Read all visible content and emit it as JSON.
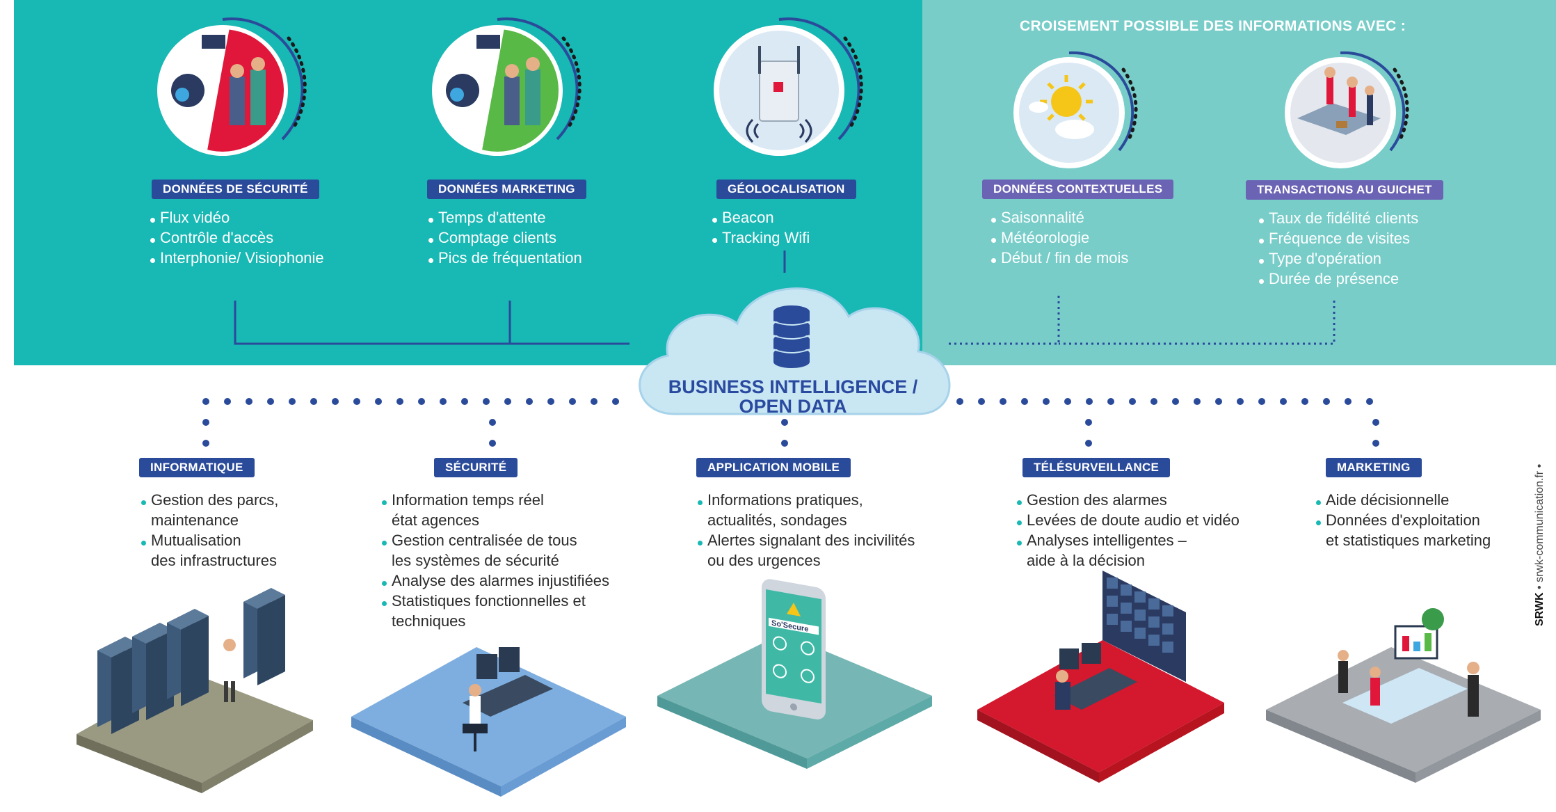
{
  "header": {
    "croisement_title": "CROISEMENT POSSIBLE DES INFORMATIONS AVEC :"
  },
  "sources": [
    {
      "label": "DONNÉES DE SÉCURITÉ",
      "items": [
        "Flux vidéo",
        "Contrôle d'accès",
        "Interphonie/ Visiophonie"
      ]
    },
    {
      "label": "DONNÉES MARKETING",
      "items": [
        "Temps d'attente",
        "Comptage clients",
        "Pics de fréquentation"
      ]
    },
    {
      "label": "GÉOLOCALISATION",
      "items": [
        "Beacon",
        "Tracking Wifi"
      ]
    },
    {
      "label": "DONNÉES CONTEXTUELLES",
      "items": [
        "Saisonnalité",
        "Météorologie",
        "Début / fin de mois"
      ]
    },
    {
      "label": "TRANSACTIONS AU GUICHET",
      "items": [
        "Taux de fidélité clients",
        "Fréquence de visites",
        "Type d'opération",
        "Durée de présence"
      ]
    }
  ],
  "hub": {
    "title_line1": "BUSINESS INTELLIGENCE /",
    "title_line2": "OPEN DATA"
  },
  "outputs": [
    {
      "label": "INFORMATIQUE",
      "items": [
        [
          "Gestion des parcs,",
          "maintenance"
        ],
        [
          "Mutualisation",
          "des infrastructures"
        ]
      ]
    },
    {
      "label": "SÉCURITÉ",
      "items": [
        [
          "Information temps réel",
          "état agences"
        ],
        [
          "Gestion centralisée de tous",
          "les systèmes de sécurité"
        ],
        [
          "Analyse des alarmes injustifiées"
        ],
        [
          "Statistiques fonctionnelles et",
          "techniques"
        ]
      ]
    },
    {
      "label": "APPLICATION MOBILE",
      "items": [
        [
          "Informations pratiques,",
          "actualités, sondages"
        ],
        [
          "Alertes signalant des incivilités",
          "ou des urgences"
        ]
      ]
    },
    {
      "label": "TÉLÉSURVEILLANCE",
      "items": [
        [
          "Gestion des alarmes"
        ],
        [
          "Levées de doute audio et vidéo"
        ],
        [
          "Analyses intelligentes –",
          "aide à la décision"
        ]
      ]
    },
    {
      "label": "MARKETING",
      "items": [
        [
          "Aide décisionnelle"
        ],
        [
          "Données d'exploitation",
          "et statistiques marketing"
        ]
      ]
    }
  ],
  "phone_app": {
    "brand": "So'Secure"
  },
  "credit": {
    "brand": "SRWK",
    "separator": "•",
    "site": "srwk-communication.fr",
    "trail": "•"
  },
  "colors": {
    "teal": "#18b8b4",
    "light_teal": "#78cdc9",
    "navy": "#2a4a9a",
    "purple": "#6b63b3",
    "red": "#e0173a",
    "green": "#58b947"
  }
}
